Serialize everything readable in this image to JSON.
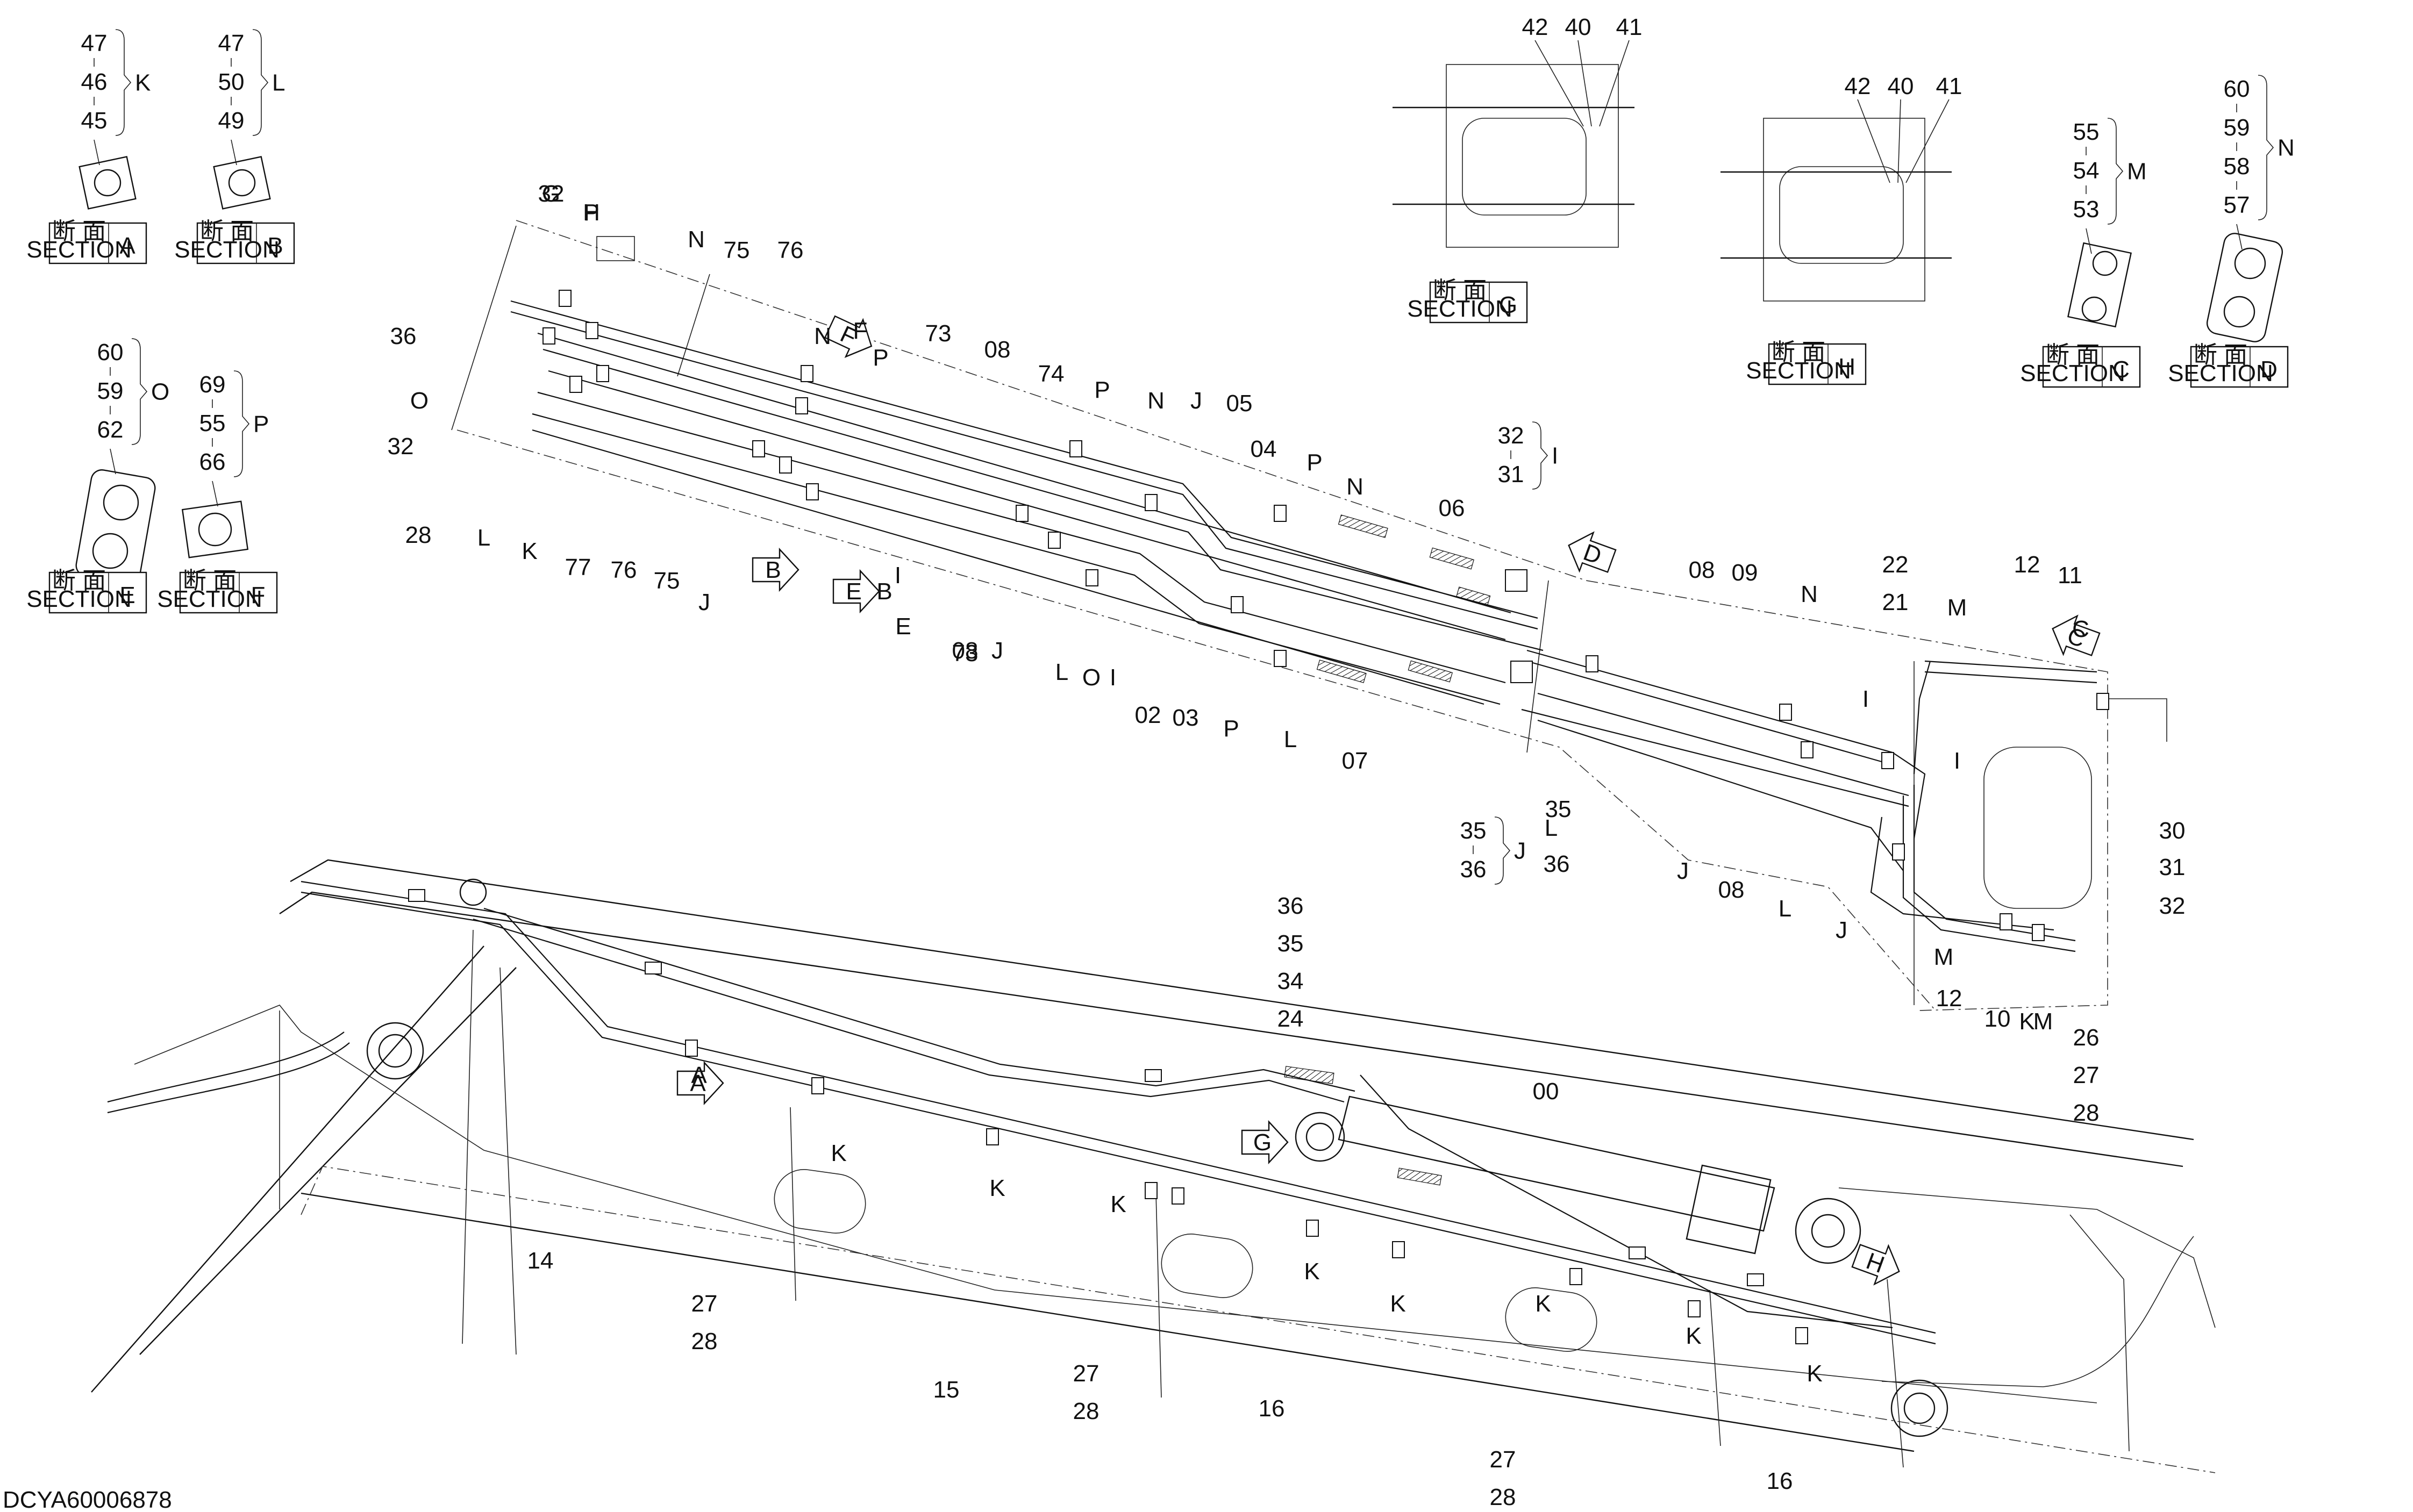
{
  "drawing_id": "DCYA60006878",
  "section": {
    "kanji": "断 面",
    "word": "SECTION"
  },
  "groups": [
    {
      "id": "K",
      "items": [
        "47",
        "46",
        "45"
      ]
    },
    {
      "id": "L",
      "items": [
        "47",
        "50",
        "49"
      ]
    },
    {
      "id": "O",
      "items": [
        "60",
        "59",
        "62"
      ]
    },
    {
      "id": "P",
      "items": [
        "69",
        "55",
        "66"
      ]
    },
    {
      "id": "M",
      "items": [
        "55",
        "54",
        "53"
      ]
    },
    {
      "id": "N",
      "items": [
        "60",
        "59",
        "58",
        "57"
      ]
    },
    {
      "id": "I",
      "items": [
        "32",
        "31"
      ]
    },
    {
      "id": "J",
      "items": [
        "35",
        "36"
      ]
    }
  ],
  "sections": [
    {
      "letter": "A"
    },
    {
      "letter": "B"
    },
    {
      "letter": "C"
    },
    {
      "letter": "D"
    },
    {
      "letter": "E"
    },
    {
      "letter": "F"
    },
    {
      "letter": "G"
    },
    {
      "letter": "H"
    }
  ],
  "view_arrows": [
    "F",
    "B",
    "E",
    "D",
    "C",
    "A",
    "G",
    "H"
  ],
  "detail_g": [
    "42",
    "40",
    "41"
  ],
  "detail_h": [
    "42",
    "40",
    "41"
  ],
  "callouts": [
    "32",
    "P",
    "N",
    "75",
    "76",
    "36",
    "N",
    "F",
    "73",
    "08",
    "74",
    "P",
    "N",
    "J",
    "05",
    "04",
    "P",
    "N",
    "06",
    "O",
    "32",
    "P",
    "28",
    "L",
    "K",
    "77",
    "76",
    "75",
    "J",
    "B",
    "I",
    "E",
    "73",
    "08",
    "J",
    "L",
    "O",
    "I",
    "02",
    "03",
    "P",
    "L",
    "07",
    "08",
    "09",
    "22",
    "21",
    "M",
    "12",
    "11",
    "C",
    "N",
    "I",
    "I",
    "L",
    "35",
    "36",
    "J",
    "08",
    "L",
    "J",
    "M",
    "12",
    "10",
    "K",
    "M",
    "30",
    "31",
    "32",
    "26",
    "27",
    "28",
    "36",
    "35",
    "34",
    "24",
    "00",
    "14",
    "A",
    "K",
    "K",
    "27",
    "28",
    "K",
    "15",
    "K",
    "27",
    "28",
    "16",
    "K",
    "K",
    "27",
    "28",
    "K",
    "16",
    "K",
    "G",
    "H"
  ]
}
